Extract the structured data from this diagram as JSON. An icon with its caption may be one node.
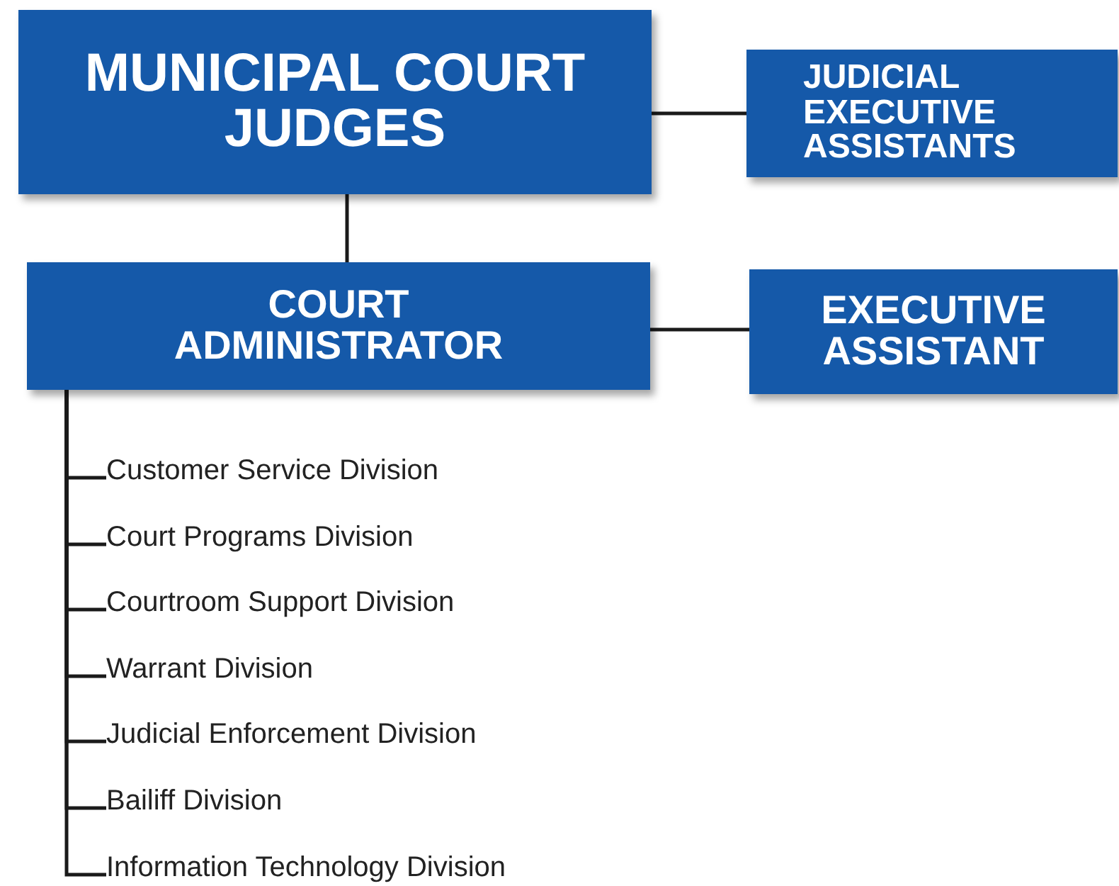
{
  "diagram": {
    "nodes": [
      {
        "text": [
          "MUNICIPAL COURT JUDGES"
        ]
      },
      {
        "text": [
          "JUDICIAL EXECUTIVE ASSISTANTS"
        ]
      },
      {
        "text": [
          "COURT ADMINISTRATOR"
        ]
      },
      {
        "text": [
          "EXECUTIVE ASSISTANT"
        ]
      },
      {
        "text": [
          "Customer Service Division"
        ]
      },
      {
        "text": [
          "Court Programs Division"
        ]
      },
      {
        "text": [
          "Courtroom Support Division"
        ]
      },
      {
        "text": [
          "Warrant Division"
        ]
      },
      {
        "text": [
          "Judicial Enforcement Division"
        ]
      },
      {
        "text": [
          "Bailiff Division"
        ]
      },
      {
        "text": [
          "Information Technology Division"
        ]
      }
    ],
    "edges": [
      {
        "from": 0,
        "to": 1,
        "arrow": "none"
      },
      {
        "from": 0,
        "to": 2,
        "arrow": "none"
      },
      {
        "from": 2,
        "to": 3,
        "arrow": "none"
      },
      {
        "from": 2,
        "to": 4,
        "arrow": "none"
      },
      {
        "from": 2,
        "to": 5,
        "arrow": "none"
      },
      {
        "from": 2,
        "to": 6,
        "arrow": "none"
      },
      {
        "from": 2,
        "to": 7,
        "arrow": "none"
      },
      {
        "from": 2,
        "to": 8,
        "arrow": "none"
      },
      {
        "from": 2,
        "to": 9,
        "arrow": "none"
      },
      {
        "from": 2,
        "to": 10,
        "arrow": "none"
      }
    ]
  }
}
